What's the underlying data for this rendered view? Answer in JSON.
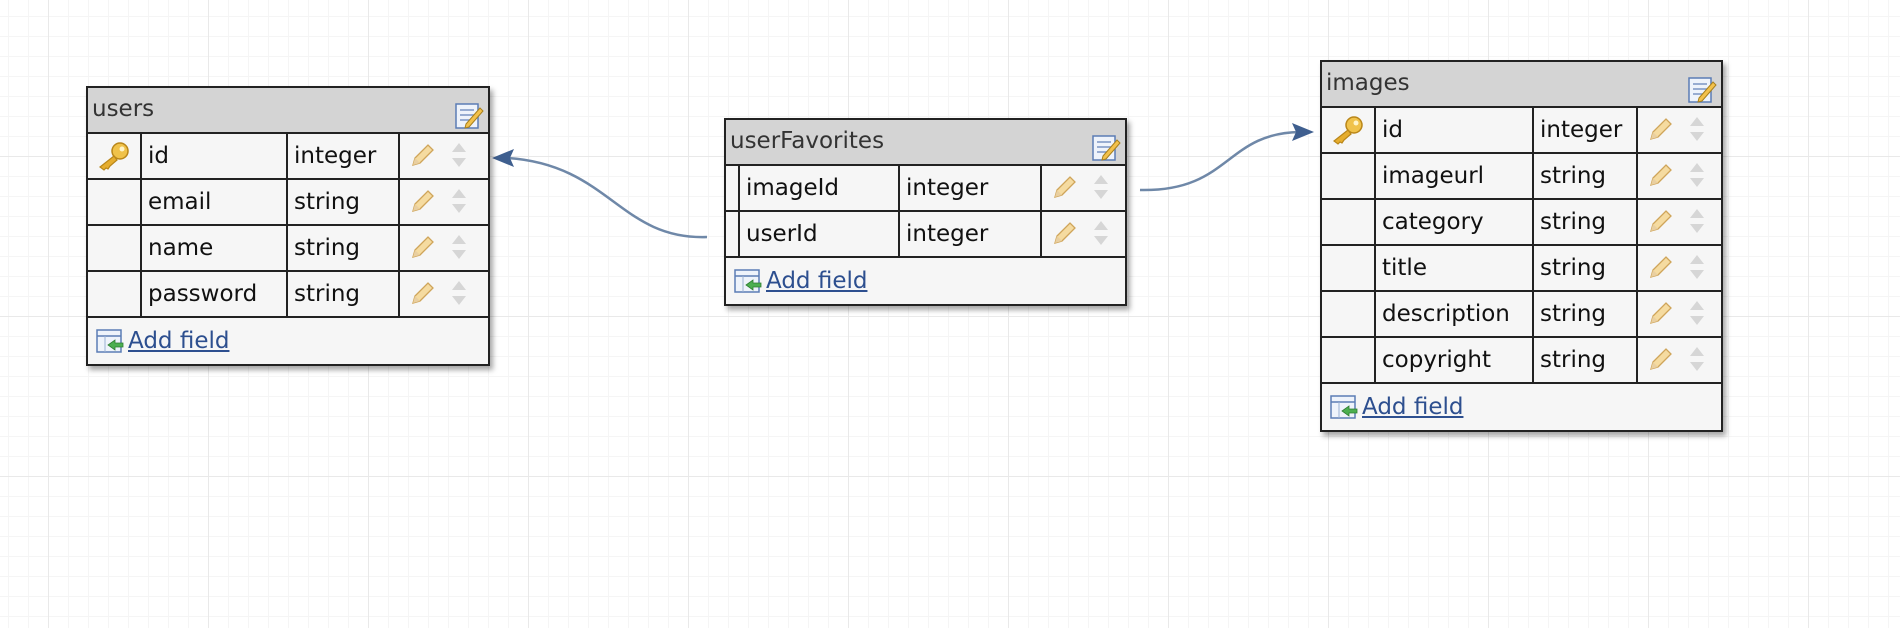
{
  "tables": [
    {
      "id": "users",
      "name": "users",
      "fields": [
        {
          "name": "id",
          "type": "integer",
          "primary_key": true
        },
        {
          "name": "email",
          "type": "string",
          "primary_key": false
        },
        {
          "name": "name",
          "type": "string",
          "primary_key": false
        },
        {
          "name": "password",
          "type": "string",
          "primary_key": false
        }
      ],
      "add_field_label": "Add field"
    },
    {
      "id": "userFavorites",
      "name": "userFavorites",
      "fields": [
        {
          "name": "imageId",
          "type": "integer",
          "primary_key": false
        },
        {
          "name": "userId",
          "type": "integer",
          "primary_key": false
        }
      ],
      "add_field_label": "Add field"
    },
    {
      "id": "images",
      "name": "images",
      "fields": [
        {
          "name": "id",
          "type": "integer",
          "primary_key": true
        },
        {
          "name": "imageurl",
          "type": "string",
          "primary_key": false
        },
        {
          "name": "category",
          "type": "string",
          "primary_key": false
        },
        {
          "name": "title",
          "type": "string",
          "primary_key": false
        },
        {
          "name": "description",
          "type": "string",
          "primary_key": false
        },
        {
          "name": "copyright",
          "type": "string",
          "primary_key": false
        }
      ],
      "add_field_label": "Add field"
    }
  ],
  "relations": [
    {
      "from": "userFavorites",
      "to": "users"
    },
    {
      "from": "userFavorites",
      "to": "images"
    }
  ],
  "icons": {
    "primary_key": "key-icon",
    "edit_field": "pencil-icon",
    "reorder": "move-icon",
    "edit_table": "edit-table-icon",
    "add_field": "add-field-icon"
  },
  "colors": {
    "relation_line": "#6f88a8",
    "relation_arrow": "#3f5f8f",
    "header_bg": "#d4d4d4",
    "table_bg": "#f6f6f6",
    "link": "#2d4f8f",
    "key": "#e2a52a"
  }
}
